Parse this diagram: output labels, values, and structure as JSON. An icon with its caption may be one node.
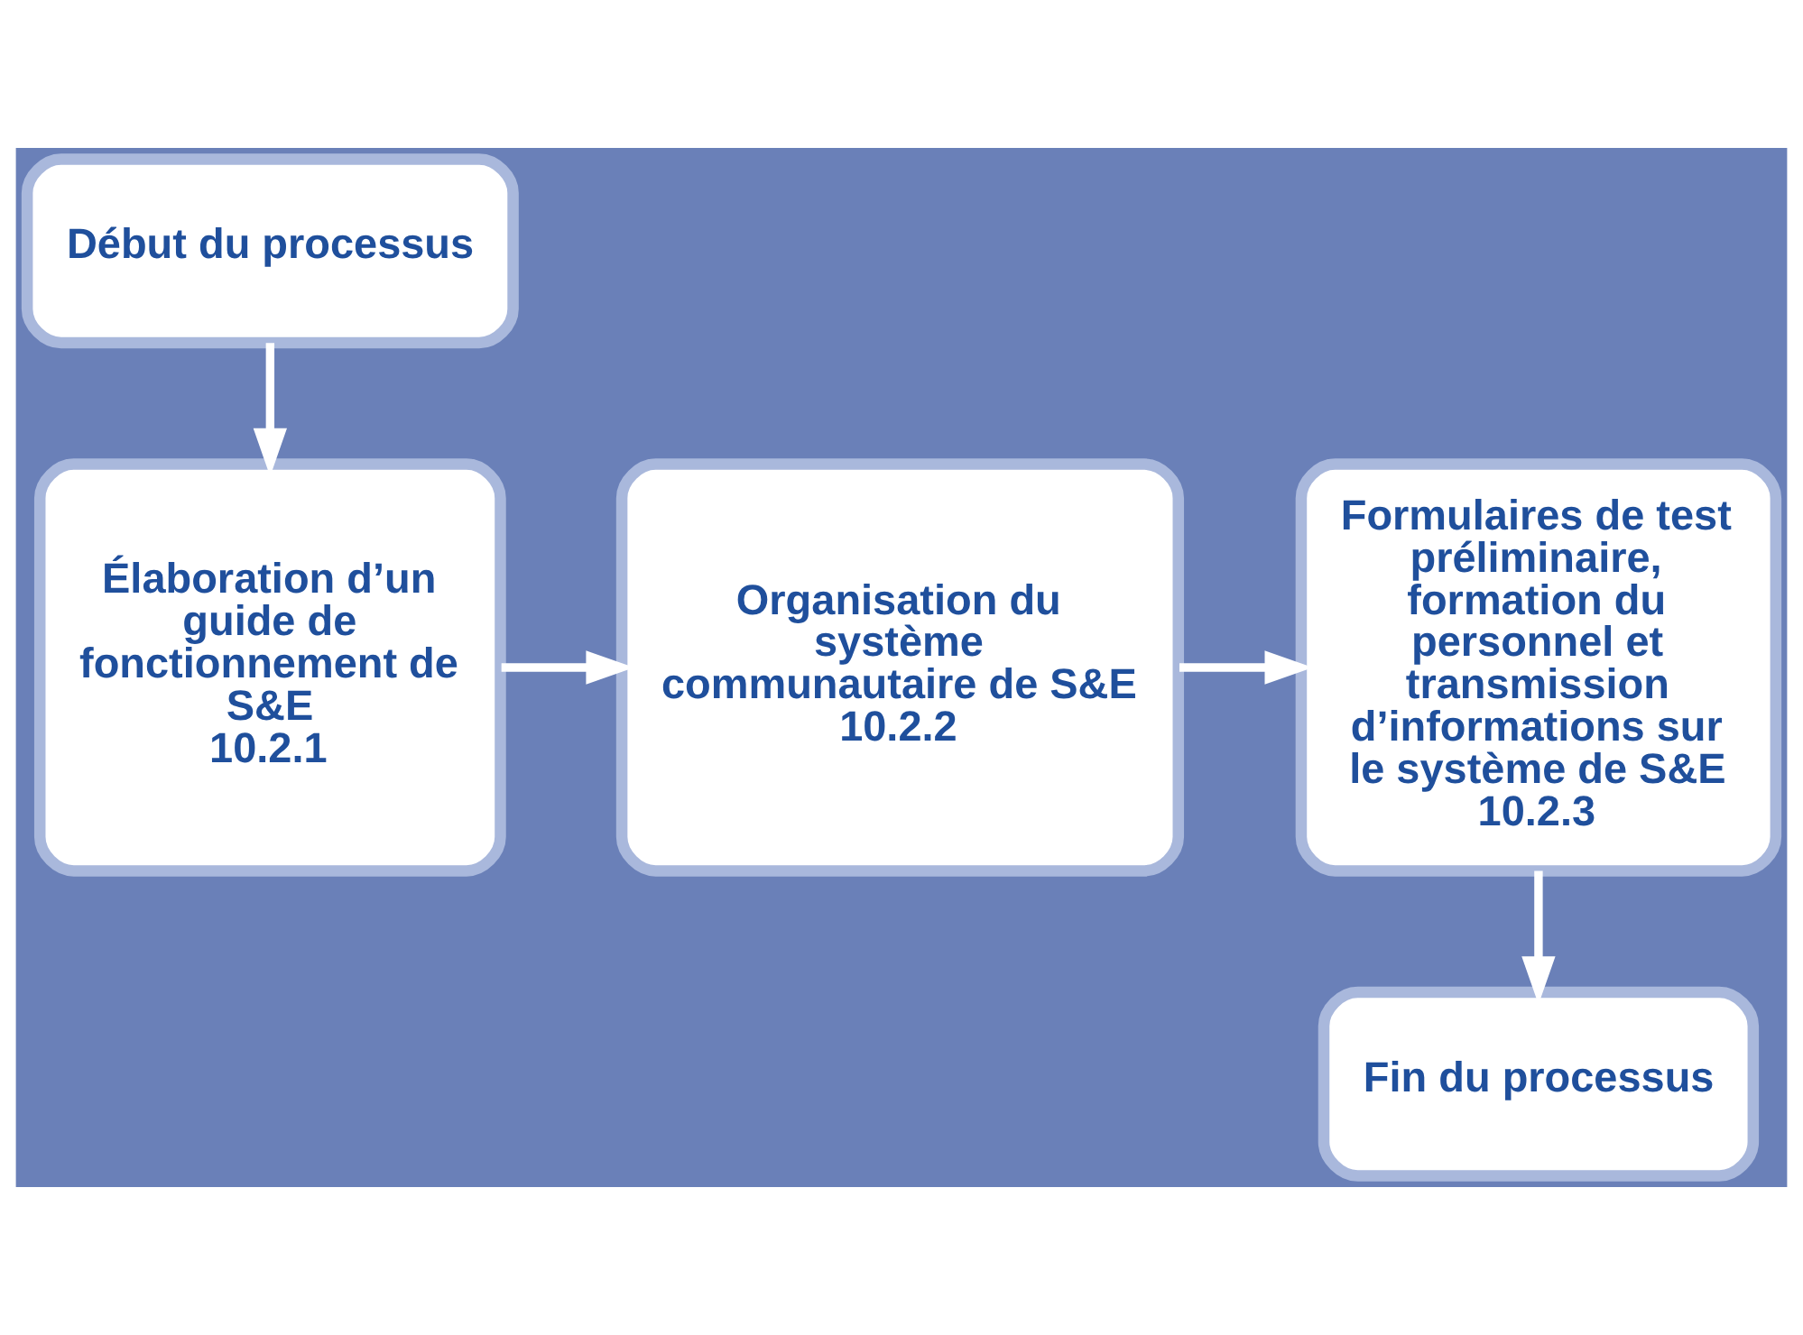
{
  "diagram": {
    "nodes": [
      {
        "text": [
          "Début du processus"
        ]
      },
      {
        "text": [
          "Élaboration d’un guide de fonctionnement de S&E",
          "10.2.1"
        ]
      },
      {
        "text": [
          "Organisation du système communautaire de S&E",
          "10.2.2"
        ]
      },
      {
        "text": [
          "Formulaires de test préliminaire, formation du personnel et transmission d’informations sur le système de S&E",
          "10.2.3"
        ]
      },
      {
        "text": [
          "Fin du processus"
        ]
      }
    ],
    "edges": [
      {
        "from": 0,
        "to": 1,
        "arrow": "to"
      },
      {
        "from": 1,
        "to": 2,
        "arrow": "to"
      },
      {
        "from": 2,
        "to": 3,
        "arrow": "to"
      },
      {
        "from": 3,
        "to": 4,
        "arrow": "to"
      }
    ]
  }
}
